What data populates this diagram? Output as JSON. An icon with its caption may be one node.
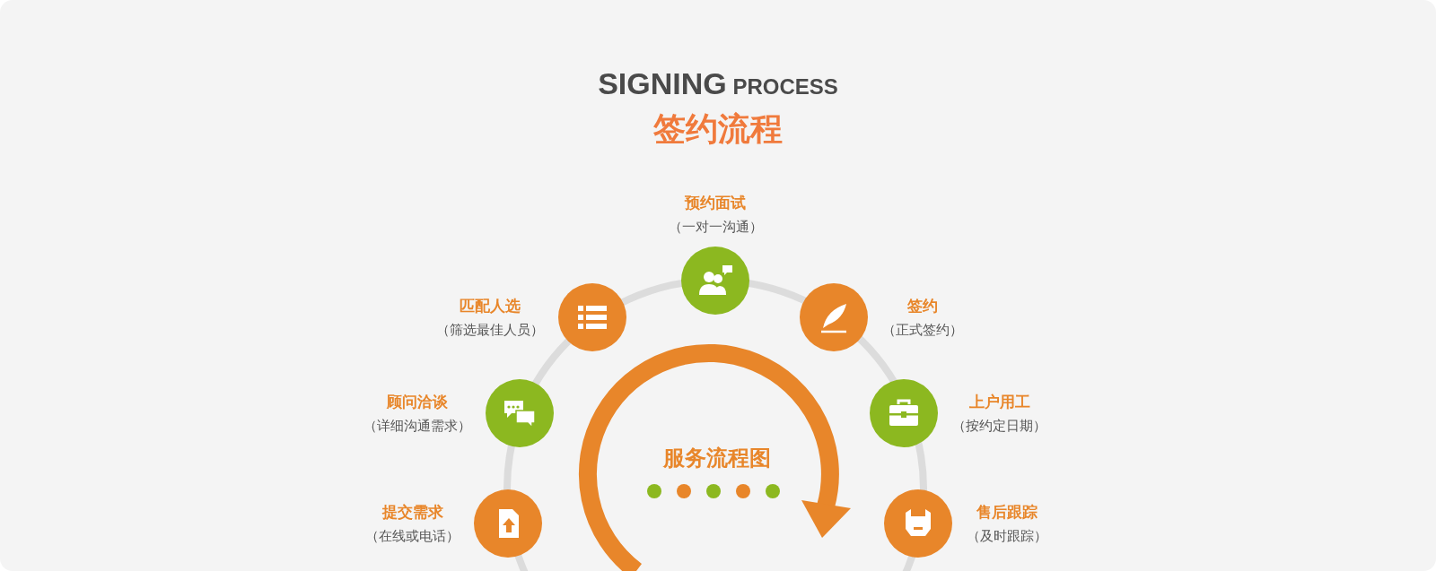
{
  "diagram": {
    "title": "SIGNING PROCESS",
    "nodes": [
      {
        "text": [
          "提交需求",
          "（在线或电话）"
        ]
      },
      {
        "text": [
          "顾问洽谈",
          "（详细沟通需求）"
        ]
      },
      {
        "text": [
          "匹配人选",
          "（筛选最佳人员）"
        ]
      },
      {
        "text": [
          "预约面试",
          "（一对一沟通）"
        ]
      },
      {
        "text": [
          "签约",
          "（正式签约）"
        ]
      },
      {
        "text": [
          "上户用工",
          "（按约定日期）"
        ]
      },
      {
        "text": [
          "售后跟踪",
          "（及时跟踪）"
        ]
      }
    ],
    "labels": [
      "签约流程",
      "服务流程图"
    ]
  }
}
